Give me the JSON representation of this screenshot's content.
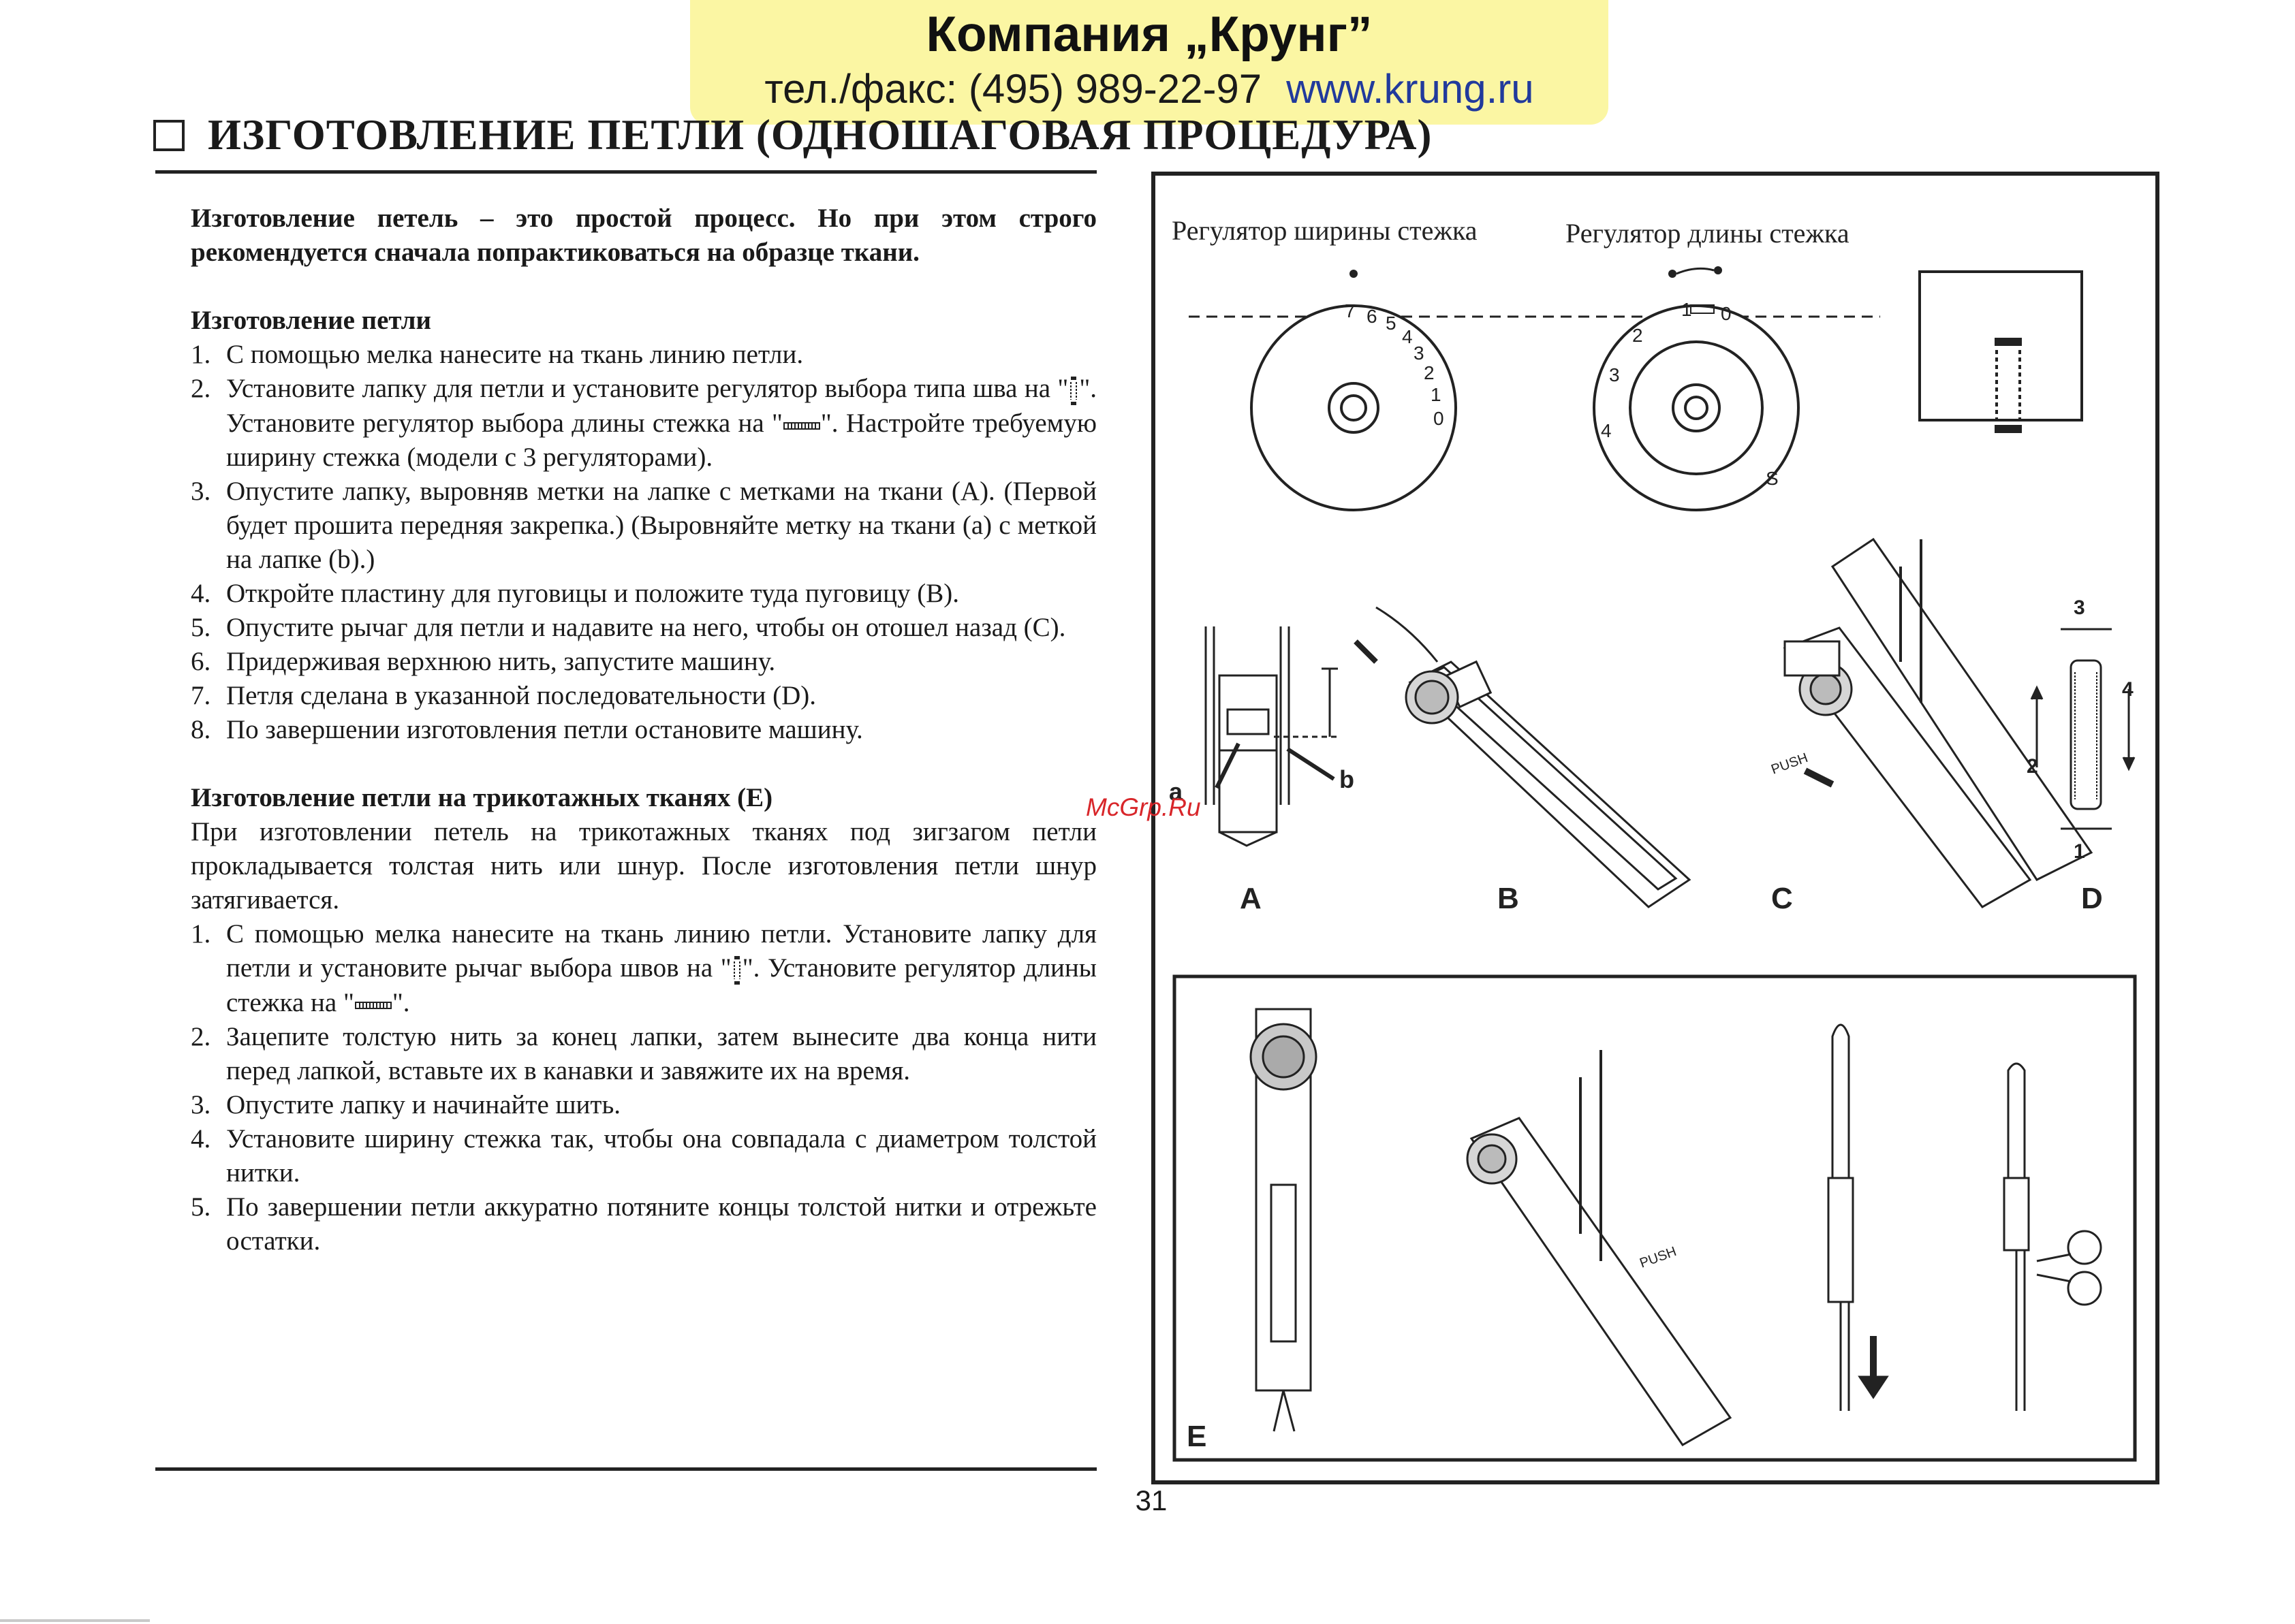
{
  "banner": {
    "company": "Компания „Крунг”",
    "phone": "тел./факс: (495) 989-22-97",
    "url": "www.krung.ru"
  },
  "title": "ИЗГОТОВЛЕНИЕ ПЕТЛИ (ОДНОШАГОВАЯ ПРОЦЕДУРА)",
  "intro": "Изготовление петель – это простой процесс. Но при этом строго рекомендуется сначала попрактиковаться на образце ткани.",
  "section1": {
    "heading": "Изготовление петли",
    "items": [
      {
        "num": "1.",
        "text": "С помощью мелка нанесите на ткань линию петли."
      },
      {
        "num": "2.",
        "t1": "Установите лапку для петли и установите регулятор выбора типа шва на \"",
        "t2": "\". Установите регулятор выбора длины стежка на \"",
        "t3": "\". Настройте требуемую ширину стежка (модели с 3 регуляторами)."
      },
      {
        "num": "3.",
        "text": "Опустите лапку, выровняв метки на лапке с метками на ткани (A). (Первой будет прошита передняя закрепка.) (Выровняйте метку на ткани (a) с меткой на лапке (b).)"
      },
      {
        "num": "4.",
        "text": "Откройте пластину для пуговицы и положите туда пуговицу (B)."
      },
      {
        "num": "5.",
        "text": "Опустите рычаг для петли и надавите на него, чтобы он отошел назад (C)."
      },
      {
        "num": "6.",
        "text": "Придерживая верхнюю нить, запустите машину."
      },
      {
        "num": "7.",
        "text": "Петля сделана в указанной последовательности (D)."
      },
      {
        "num": "8.",
        "text": "По завершении изготовления петли остановите машину."
      }
    ]
  },
  "section2": {
    "heading": "Изготовление петли на трикотажных тканях (E)",
    "intro": "При изготовлении петель на трикотажных тканях под зигзагом петли прокладывается толстая нить или шнур. После изготовления петли шнур затягивается.",
    "items": [
      {
        "num": "1.",
        "t1": "С помощью мелка нанесите на ткань линию петли. Установите лапку для петли и установите рычаг выбора швов на \"",
        "t2": "\". Установите регулятор длины стежка на \"",
        "t3": "\"."
      },
      {
        "num": "2.",
        "text": "Зацепите толстую нить за конец лапки, затем вынесите два конца нити перед лапкой, вставьте их в канавки и завяжите их на время."
      },
      {
        "num": "3.",
        "text": "Опустите лапку и начинайте шить."
      },
      {
        "num": "4.",
        "text": "Установите ширину стежка так, чтобы она совпадала с диаметром толстой нитки."
      },
      {
        "num": "5.",
        "text": "По завершении петли аккуратно потяните концы толстой нитки и отрежьте остатки."
      }
    ]
  },
  "figure": {
    "width_dial_label": "Регулятор ширины стежка",
    "length_dial_label": "Регулятор длины стежка",
    "width_dial_marks": [
      "7",
      "6",
      "5",
      "4",
      "3",
      "2",
      "1",
      "0"
    ],
    "length_dial_marks": [
      "1",
      "0",
      "2",
      "3",
      "4",
      "S"
    ],
    "push_label": "PUSH",
    "panel_labels": [
      "A",
      "B",
      "C",
      "D",
      "E"
    ],
    "mark_a": "a",
    "mark_b": "b",
    "sequence_numbers": [
      "1",
      "2",
      "3",
      "4"
    ]
  },
  "watermark": "McGrp.Ru",
  "page_number": "31"
}
